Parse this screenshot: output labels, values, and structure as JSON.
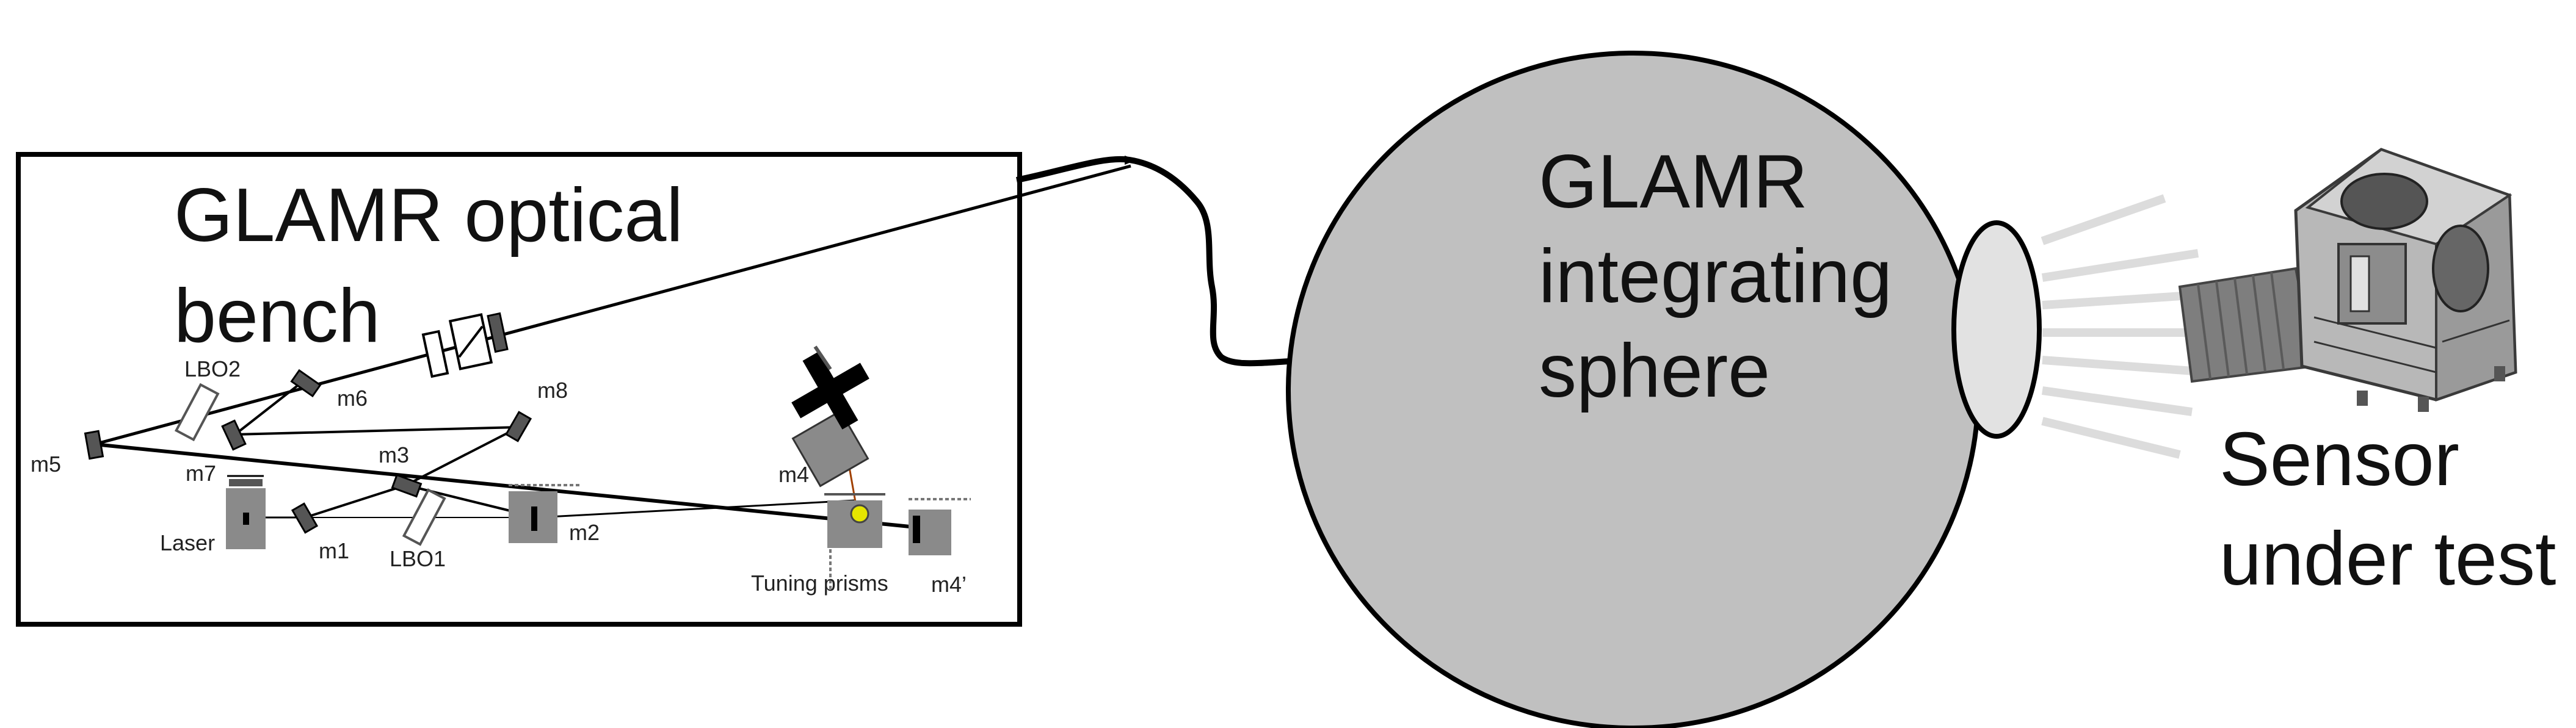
{
  "bench": {
    "title_line1": "GLAMR optical",
    "title_line2": "bench",
    "labels": {
      "lbo2": "LBO2",
      "m6": "m6",
      "m8": "m8",
      "m5": "m5",
      "m7": "m7",
      "m3": "m3",
      "laser": "Laser",
      "m1": "m1",
      "lbo1": "LBO1",
      "m2": "m2",
      "m4": "m4",
      "tuning_prisms": "Tuning prisms",
      "m4_prime": "m4’"
    }
  },
  "sphere": {
    "line1": "GLAMR",
    "line2": "integrating",
    "line3": "sphere"
  },
  "sensor": {
    "line1": "Sensor",
    "line2": "under test"
  },
  "colors": {
    "sphere_fill": "#c0c0c0",
    "port_fill": "#e2e2e2",
    "component_fill": "#8a8a8a",
    "line": "#000000"
  }
}
